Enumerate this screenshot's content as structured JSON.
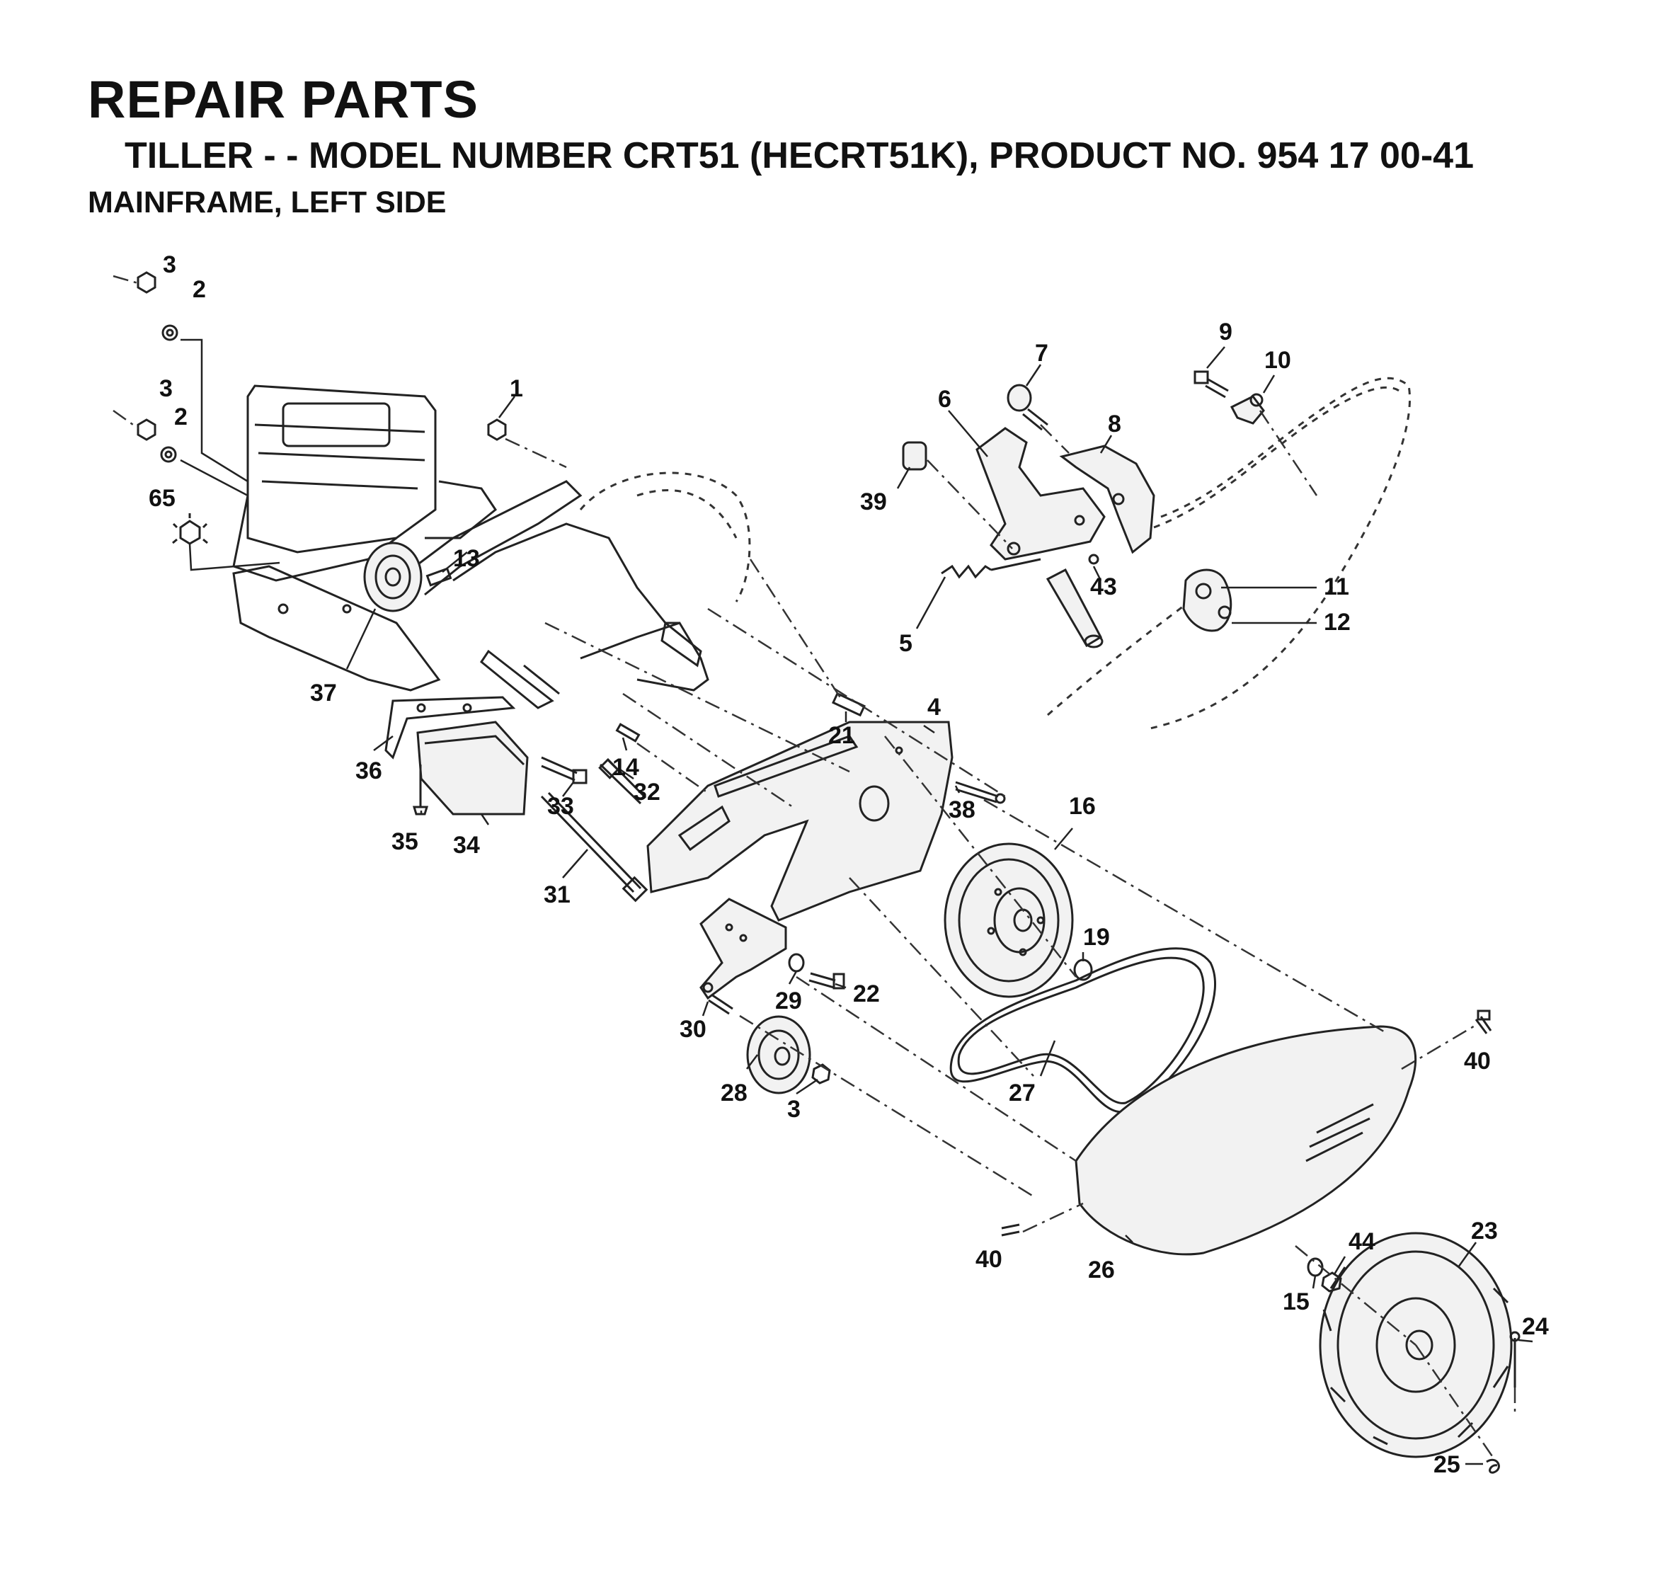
{
  "header": {
    "title": "REPAIR PARTS",
    "subtitle": "TILLER - - MODEL NUMBER CRT51 (HECRT51K), PRODUCT NO. 954 17 00-41",
    "section": "MAINFRAME, LEFT SIDE"
  },
  "callouts": {
    "c1": "1",
    "c2a": "2",
    "c2b": "2",
    "c3a": "3",
    "c3b": "3",
    "c3c": "3",
    "c4": "4",
    "c5": "5",
    "c6": "6",
    "c7": "7",
    "c8": "8",
    "c9": "9",
    "c10": "10",
    "c11": "11",
    "c12": "12",
    "c13": "13",
    "c14": "14",
    "c15": "15",
    "c16": "16",
    "c19": "19",
    "c21": "21",
    "c22": "22",
    "c23": "23",
    "c24": "24",
    "c25": "25",
    "c26": "26",
    "c27": "27",
    "c28": "28",
    "c29": "29",
    "c30": "30",
    "c31": "31",
    "c32": "32",
    "c33": "33",
    "c34": "34",
    "c35": "35",
    "c36": "36",
    "c37": "37",
    "c38": "38",
    "c39": "39",
    "c40a": "40",
    "c40b": "40",
    "c43": "43",
    "c44": "44",
    "c65": "65"
  }
}
